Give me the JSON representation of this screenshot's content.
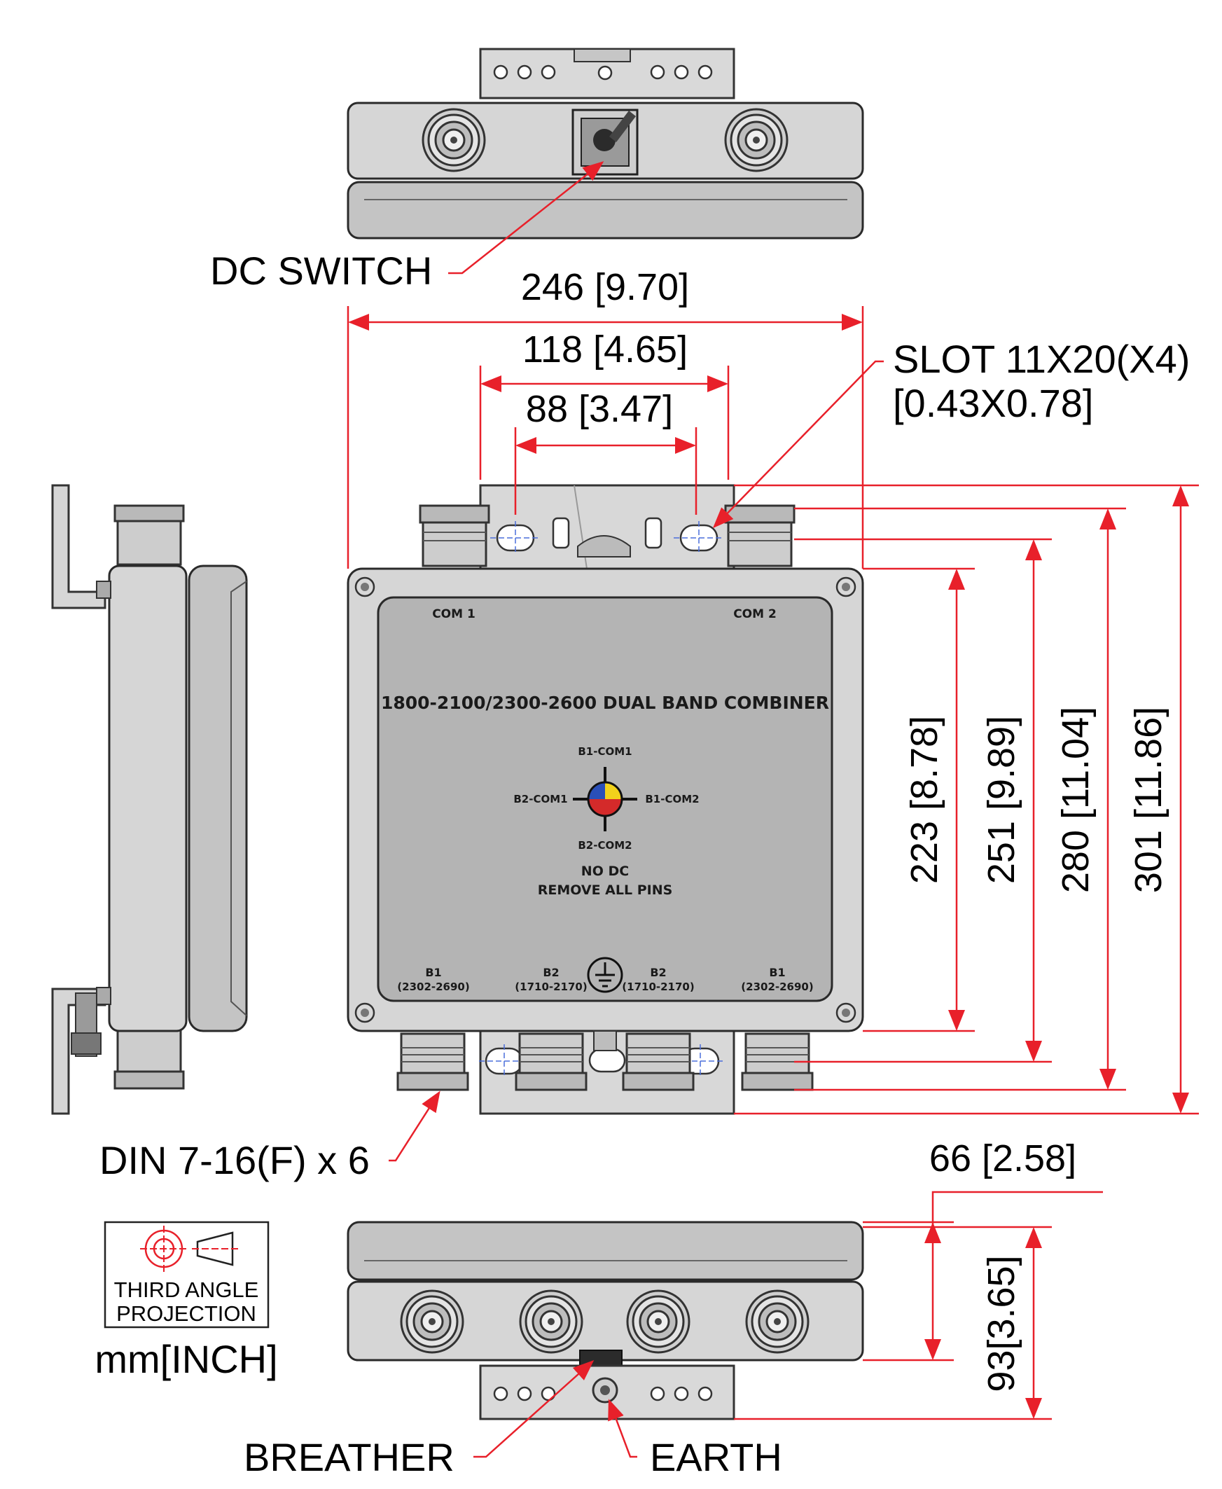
{
  "callouts": {
    "dc_switch": "DC SWITCH",
    "slot_line1": "SLOT 11X20(X4)",
    "slot_line2": "[0.43X0.78]",
    "din": "DIN 7-16(F) x 6",
    "breather": "BREATHER",
    "earth": "EARTH"
  },
  "dimensions": {
    "width_overall": "246 [9.70]",
    "slot_outer": "118 [4.65]",
    "slot_inner": "88 [3.47]",
    "h223": "223 [8.78]",
    "h251": "251 [9.89]",
    "h280": "280 [11.04]",
    "h301": "301 [11.86]",
    "depth66": "66 [2.58]",
    "depth93": "93[3.65]"
  },
  "nameplate": {
    "com1": "COM 1",
    "com2": "COM 2",
    "title": "1800-2100/2300-2600 DUAL BAND COMBINER",
    "b1_com1": "B1-COM1",
    "b2_com1": "B2-COM1",
    "b1_com2": "B1-COM2",
    "b2_com2": "B2-COM2",
    "no_dc": "NO DC",
    "remove_pins": "REMOVE ALL PINS",
    "port1_name": "B1",
    "port1_range": "(2302-2690)",
    "port2_name": "B2",
    "port2_range": "(1710-2170)",
    "port3_name": "B2",
    "port3_range": "(1710-2170)",
    "port4_name": "B1",
    "port4_range": "(2302-2690)"
  },
  "projection": {
    "line1": "THIRD ANGLE",
    "line2": "PROJECTION",
    "units": "mm[INCH]"
  },
  "colors": {
    "dimension_red": "#e8202a",
    "housing_grey": "#d6d6d6",
    "label_plate_grey": "#b4b4b4",
    "indicator_yellow": "#f2d21b",
    "indicator_blue": "#2a4fb8",
    "indicator_red": "#d42a2a"
  }
}
